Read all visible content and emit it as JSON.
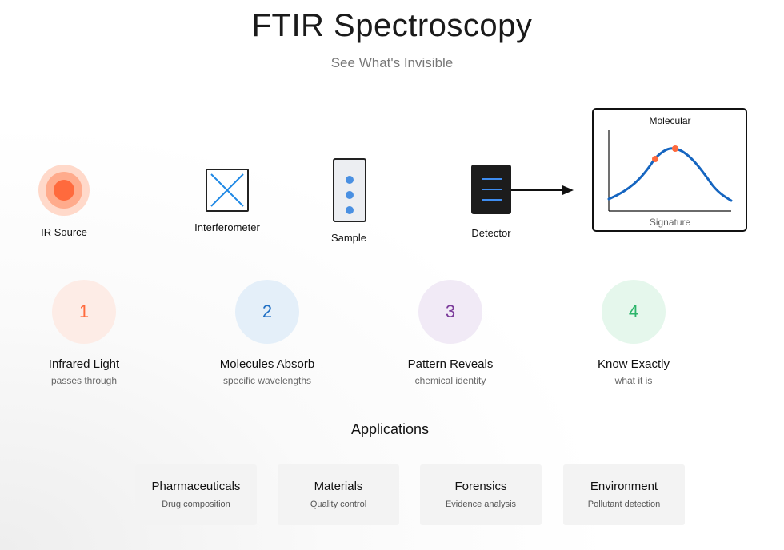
{
  "header": {
    "title": "FTIR Spectroscopy",
    "subtitle": "See What's Invisible"
  },
  "pipeline": {
    "stages": [
      {
        "label": "IR Source",
        "icon": "ir-source-icon"
      },
      {
        "label": "Interferometer",
        "icon": "interferometer-icon"
      },
      {
        "label": "Sample",
        "icon": "sample-cuvette-icon"
      },
      {
        "label": "Detector",
        "icon": "detector-icon"
      }
    ],
    "output": {
      "title": "Molecular",
      "footer": "Signature"
    }
  },
  "steps": [
    {
      "number": "1",
      "title": "Infrared Light",
      "subtitle": "passes through",
      "color": "#ff6a3d",
      "bg": "#fdece6"
    },
    {
      "number": "2",
      "title": "Molecules Absorb",
      "subtitle": "specific wavelengths",
      "color": "#1f6fc4",
      "bg": "#e4eff9"
    },
    {
      "number": "3",
      "title": "Pattern Reveals",
      "subtitle": "chemical identity",
      "color": "#7b3a9a",
      "bg": "#f1eaf6"
    },
    {
      "number": "4",
      "title": "Know Exactly",
      "subtitle": "what it is",
      "color": "#2bb56a",
      "bg": "#e5f7ec"
    }
  ],
  "applications": {
    "heading": "Applications",
    "items": [
      {
        "title": "Pharmaceuticals",
        "subtitle": "Drug composition"
      },
      {
        "title": "Materials",
        "subtitle": "Quality control"
      },
      {
        "title": "Forensics",
        "subtitle": "Evidence analysis"
      },
      {
        "title": "Environment",
        "subtitle": "Pollutant detection"
      }
    ]
  },
  "colors": {
    "accent_blue": "#1565c0",
    "marker_orange": "#ff6a3d"
  }
}
